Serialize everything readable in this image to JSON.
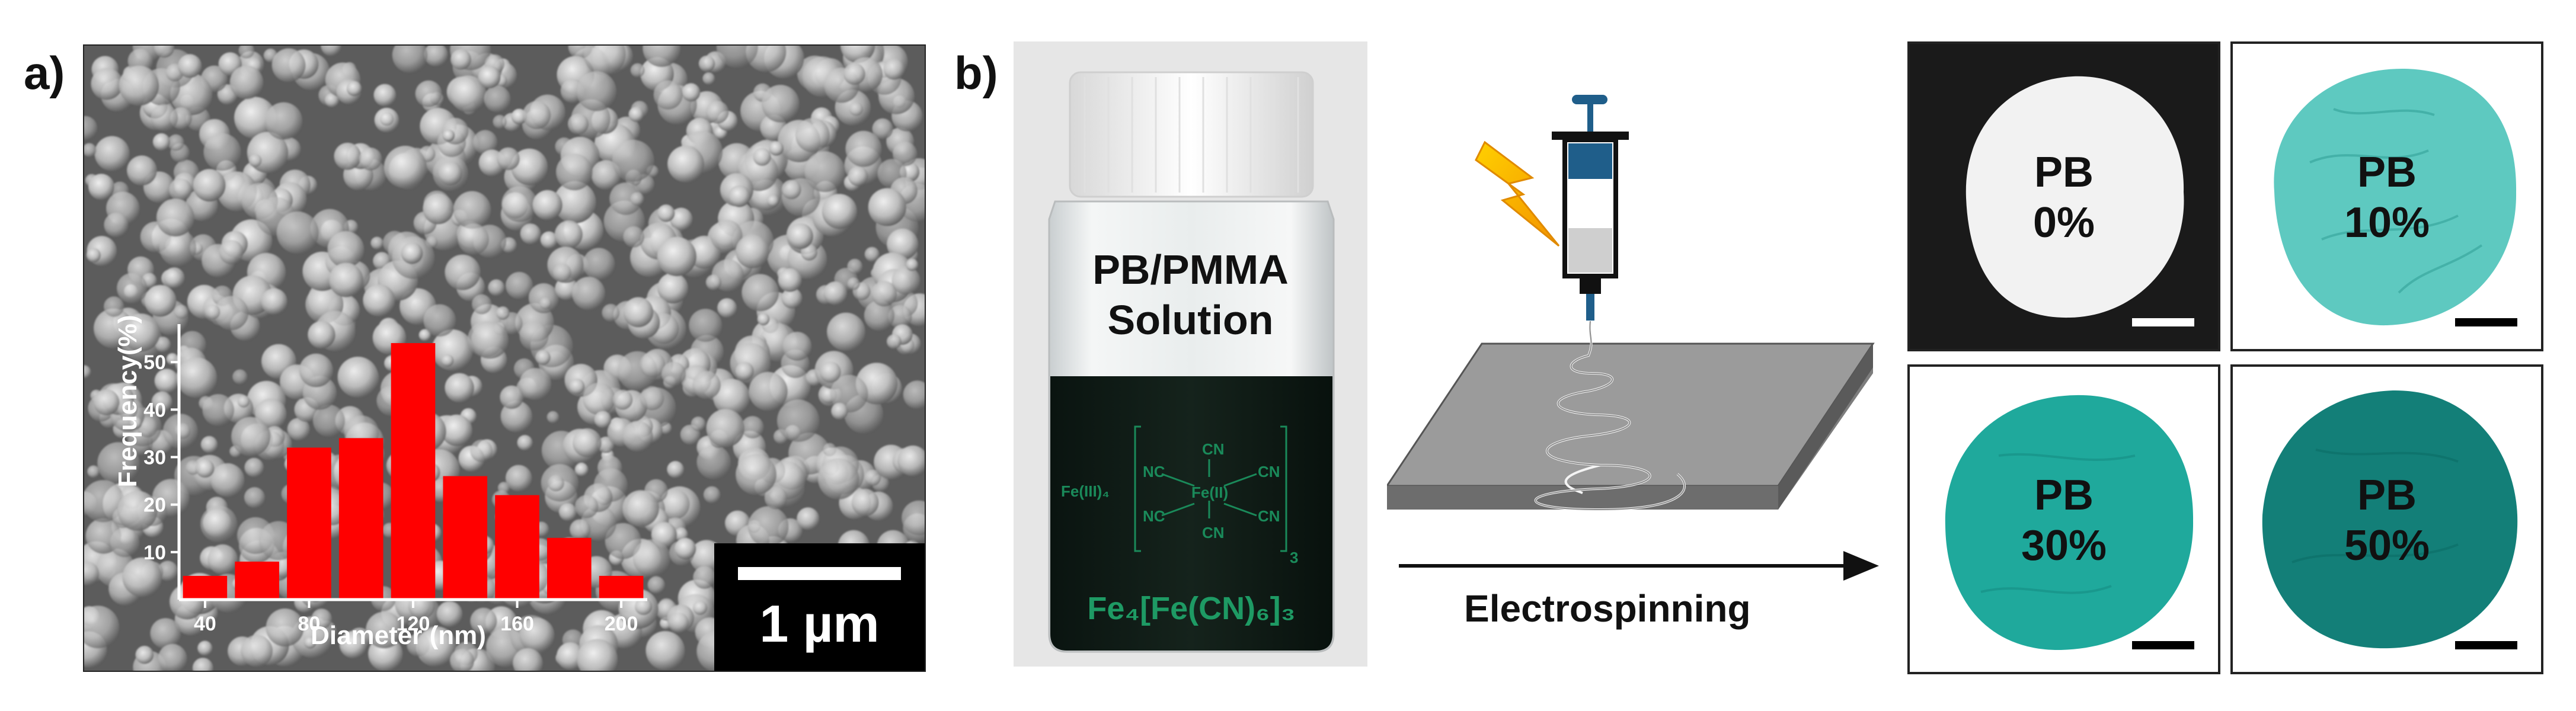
{
  "panel_a": {
    "label": "a)",
    "scale_bar": "1 µm",
    "histogram": {
      "y_label": "Frequency(%)",
      "x_label": "Diameter (nm)",
      "y_ticks": [
        "10",
        "20",
        "30",
        "40",
        "50"
      ],
      "x_ticks": [
        "40",
        "80",
        "120",
        "160",
        "200"
      ],
      "bar_color": "#ff0000"
    }
  },
  "panel_b": {
    "label": "b)",
    "vial": {
      "line1": "PB/PMMA",
      "line2": "Solution",
      "formula_label": "Fe₄[Fe(CN)₆]₃",
      "structure": {
        "left_metal": "Fe(III)₄",
        "center": "Fe(II)",
        "ligand": "CN",
        "ligand_left": "NC",
        "subscript": "3"
      }
    },
    "process_label": "Electrospinning",
    "membranes": [
      {
        "line1": "PB",
        "line2": "0%",
        "background": "#1a1a1a",
        "disc": "#f2f2f2",
        "scale_color": "#ffffff"
      },
      {
        "line1": "PB",
        "line2": "10%",
        "background": "#ffffff",
        "disc": "#5ec9c0",
        "scale_color": "#000000"
      },
      {
        "line1": "PB",
        "line2": "30%",
        "background": "#ffffff",
        "disc": "#1fa99c",
        "scale_color": "#000000"
      },
      {
        "line1": "PB",
        "line2": "50%",
        "background": "#ffffff",
        "disc": "#137f78",
        "scale_color": "#000000"
      }
    ]
  },
  "chart_data": {
    "type": "bar",
    "categories": [
      40,
      60,
      80,
      100,
      120,
      140,
      160,
      180,
      200
    ],
    "values": [
      5,
      8,
      32,
      34,
      54,
      26,
      22,
      13,
      5
    ],
    "xlabel": "Diameter (nm)",
    "ylabel": "Frequency(%)",
    "ylim": [
      0,
      58
    ],
    "xlim": [
      30,
      210
    ]
  }
}
